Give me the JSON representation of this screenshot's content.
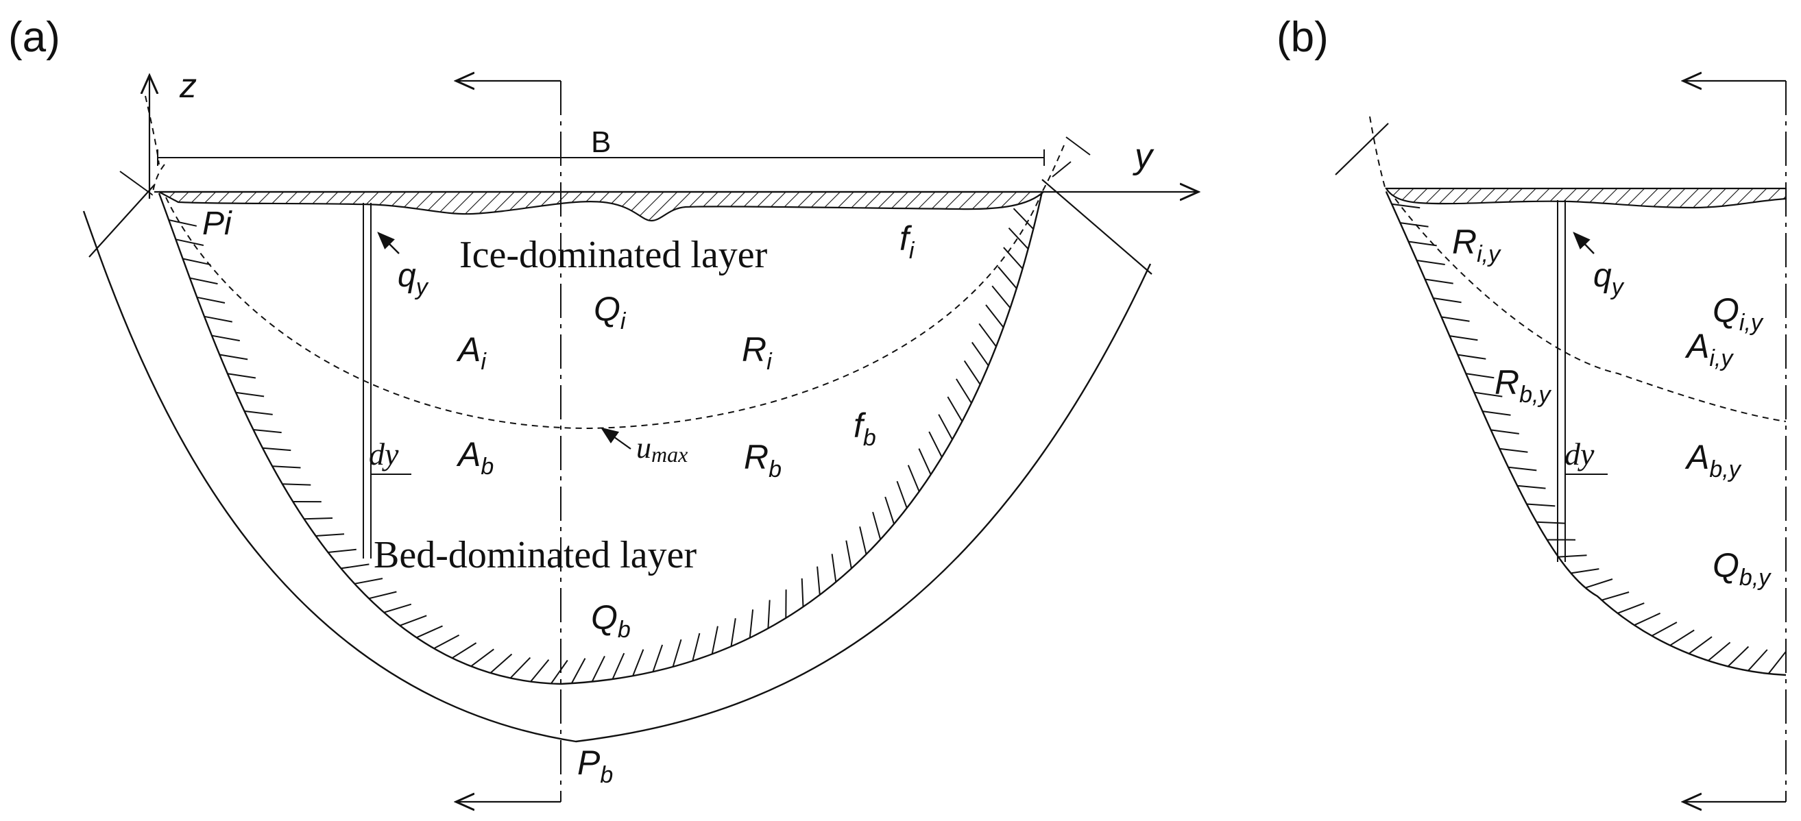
{
  "panel_a": {
    "tag": "(a)",
    "axis_z": "z",
    "axis_y": "y",
    "width_label": "B",
    "pi_label": "Pi",
    "fi_label": "f",
    "fi_sub": "i",
    "fb_label": "f",
    "fb_sub": "b",
    "qy_label": "q",
    "qy_sub": "y",
    "ice_layer_label": "Ice-dominated layer",
    "bed_layer_label": "Bed-dominated layer",
    "qi_label": "Q",
    "qi_sub": "i",
    "ai_label": "A",
    "ai_sub": "i",
    "ri_label": "R",
    "ri_sub": "i",
    "dy_label": "dy",
    "ab_label": "A",
    "ab_sub": "b",
    "umax_label": "u",
    "umax_sub": "max",
    "rb_label": "R",
    "rb_sub": "b",
    "qb_label": "Q",
    "qb_sub": "b",
    "pb_label": "P",
    "pb_sub": "b"
  },
  "panel_b": {
    "tag": "(b)",
    "riy_label": "R",
    "riy_sub": "i,y",
    "qy_label": "q",
    "qy_sub": "y",
    "qiy_label": "Q",
    "qiy_sub": "i,y",
    "aiy_label": "A",
    "aiy_sub": "i,y",
    "rby_label": "R",
    "rby_sub": "b,y",
    "dy_label": "dy",
    "aby_label": "A",
    "aby_sub": "b,y",
    "qby_label": "Q",
    "qby_sub": "b,y"
  },
  "colors": {
    "line": "#111111",
    "background": "#ffffff"
  }
}
